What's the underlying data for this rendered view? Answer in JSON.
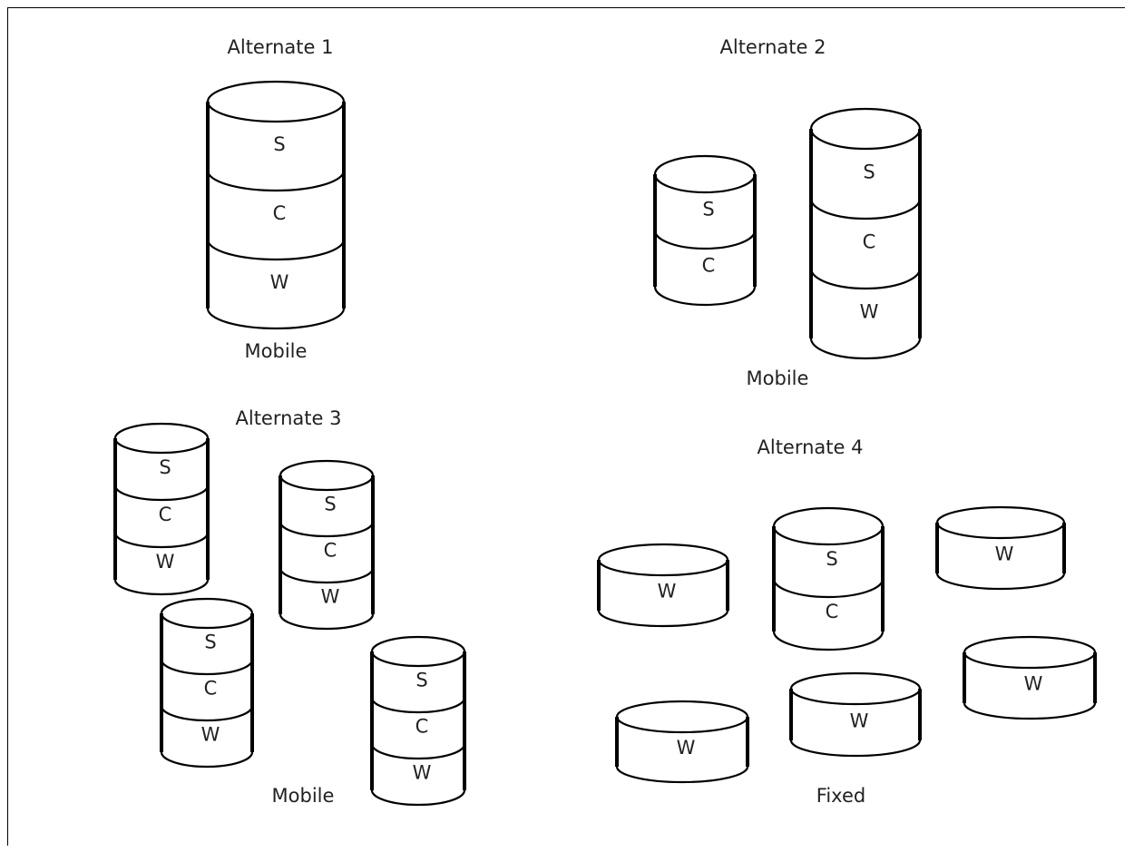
{
  "diagram": {
    "panels": [
      {
        "title": "Alternate 1",
        "caption": "Mobile",
        "cylinders": [
          {
            "segments": [
              "S",
              "C",
              "W"
            ]
          }
        ]
      },
      {
        "title": "Alternate 2",
        "caption": "Mobile",
        "cylinders": [
          {
            "segments": [
              "S",
              "C"
            ]
          },
          {
            "segments": [
              "S",
              "C",
              "W"
            ]
          }
        ]
      },
      {
        "title": "Alternate 3",
        "caption": "Mobile",
        "cylinders": [
          {
            "segments": [
              "S",
              "C",
              "W"
            ]
          },
          {
            "segments": [
              "S",
              "C",
              "W"
            ]
          },
          {
            "segments": [
              "S",
              "C",
              "W"
            ]
          },
          {
            "segments": [
              "S",
              "C",
              "W"
            ]
          }
        ]
      },
      {
        "title": "Alternate 4",
        "caption": "Fixed",
        "cylinders": [
          {
            "segments": [
              "W"
            ]
          },
          {
            "segments": [
              "S",
              "C"
            ]
          },
          {
            "segments": [
              "W"
            ]
          },
          {
            "segments": [
              "W"
            ]
          },
          {
            "segments": [
              "W"
            ]
          },
          {
            "segments": [
              "W"
            ]
          }
        ]
      }
    ]
  }
}
